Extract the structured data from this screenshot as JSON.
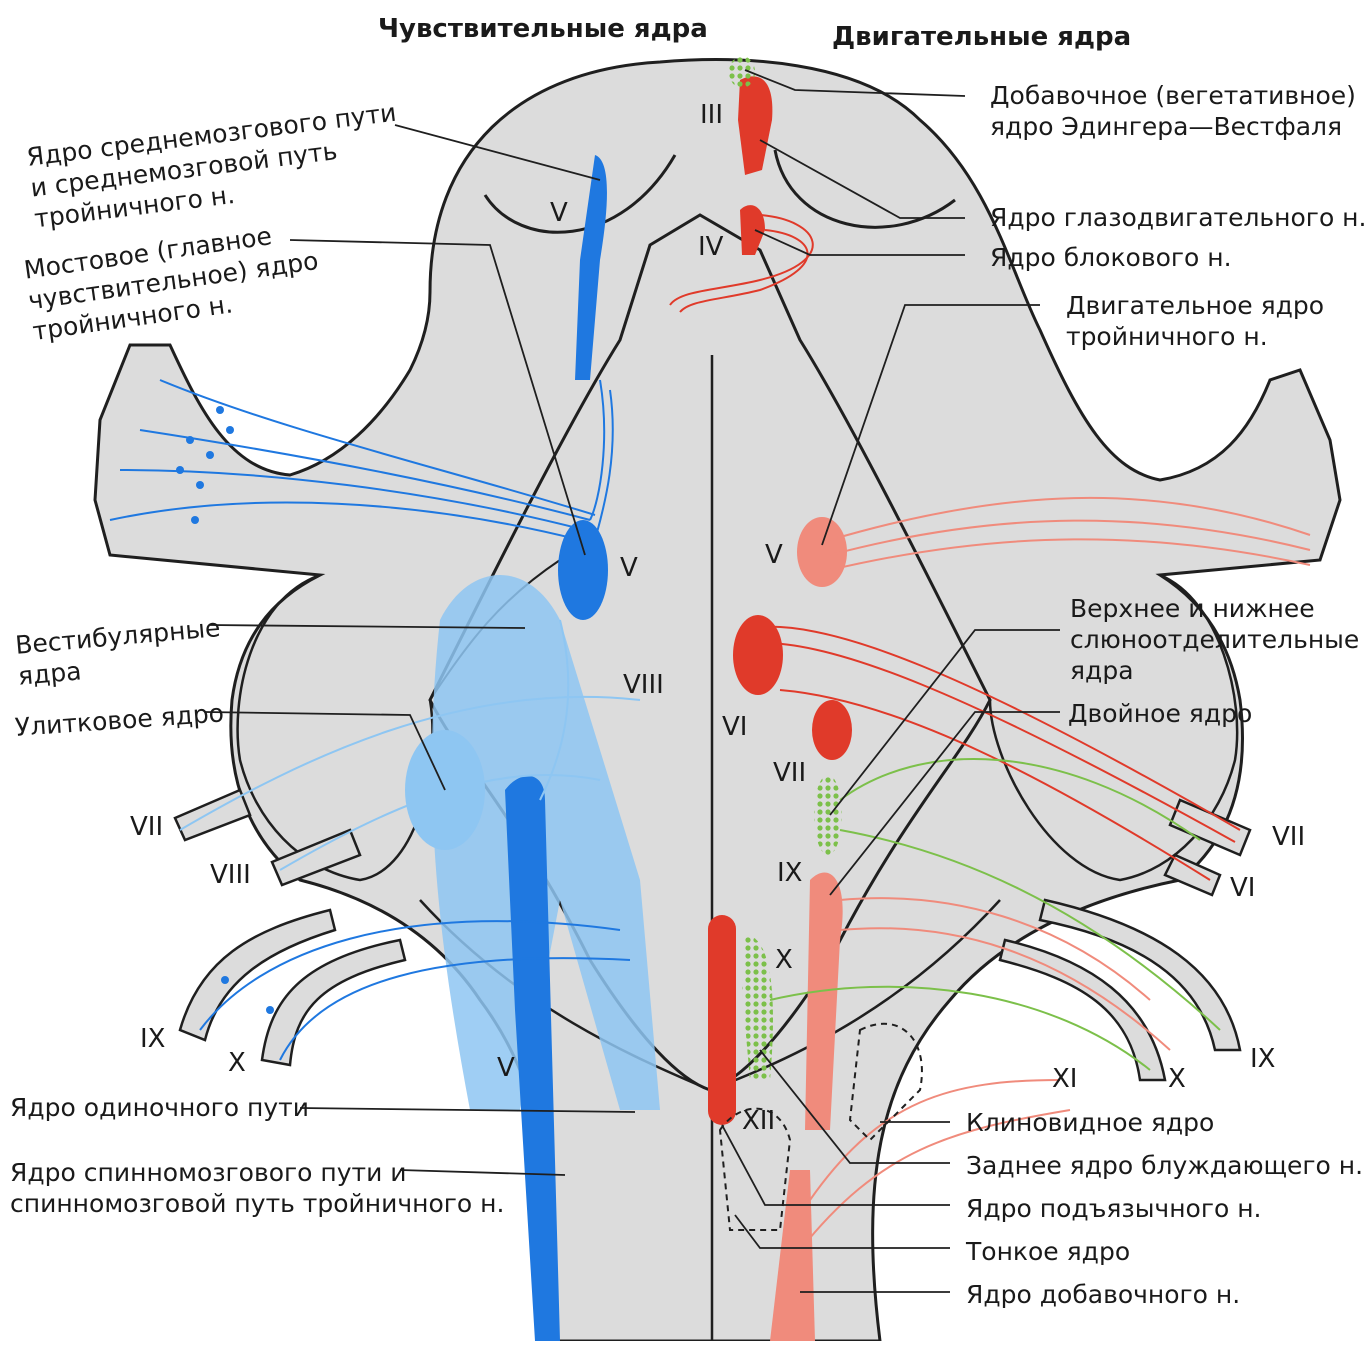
{
  "headers": {
    "sensory": "Чувствительные ядра",
    "motor": "Двигательные ядра"
  },
  "left_labels": {
    "mesencephalic": [
      "Ядро среднемозгового пути",
      "и среднемозговой путь",
      "тройничного н."
    ],
    "pontine": [
      "Мостовое (главное",
      "чувствительное) ядро",
      "тройничного н."
    ],
    "vestibular": [
      "Вестибулярные",
      "ядра"
    ],
    "cochlear": "Улитковое ядро",
    "solitary": "Ядро одиночного пути",
    "spinal": [
      "Ядро спинномозгового пути и",
      "спинномозговой путь тройничного н."
    ]
  },
  "right_labels": {
    "edinger": [
      "Добавочное (вегетативное)",
      "ядро Эдингера—Вестфаля"
    ],
    "oculomotor": "Ядро глазодвигательного н.",
    "trochlear": "Ядро блокового н.",
    "trigeminal_motor": [
      "Двигательное ядро",
      "тройничного н."
    ],
    "salivatory": [
      "Верхнее и нижнее",
      "слюноотделительные",
      "ядра"
    ],
    "ambiguus": "Двойное ядро",
    "cuneate": "Клиновидное ядро",
    "vagus_dorsal": "Заднее ядро блуждающего н.",
    "hypoglossal": "Ядро подъязычного н.",
    "gracile": "Тонкое ядро",
    "accessory": "Ядро добавочного н."
  },
  "nerve_numbers": {
    "III": "III",
    "IV": "IV",
    "V": "V",
    "VI": "VI",
    "VII": "VII",
    "VIII": "VIII",
    "IX": "IX",
    "X": "X",
    "XI": "XI",
    "XII": "XII"
  },
  "colors": {
    "background": "#ffffff",
    "brainstem": "#dcdcdc",
    "outline": "#1f1f1f",
    "sensory_dark": "#1f78e0",
    "sensory_light": "#8ec6f2",
    "motor_dark": "#e03a2a",
    "motor_light": "#f08b7c",
    "autonomic": "#7cc04a"
  }
}
